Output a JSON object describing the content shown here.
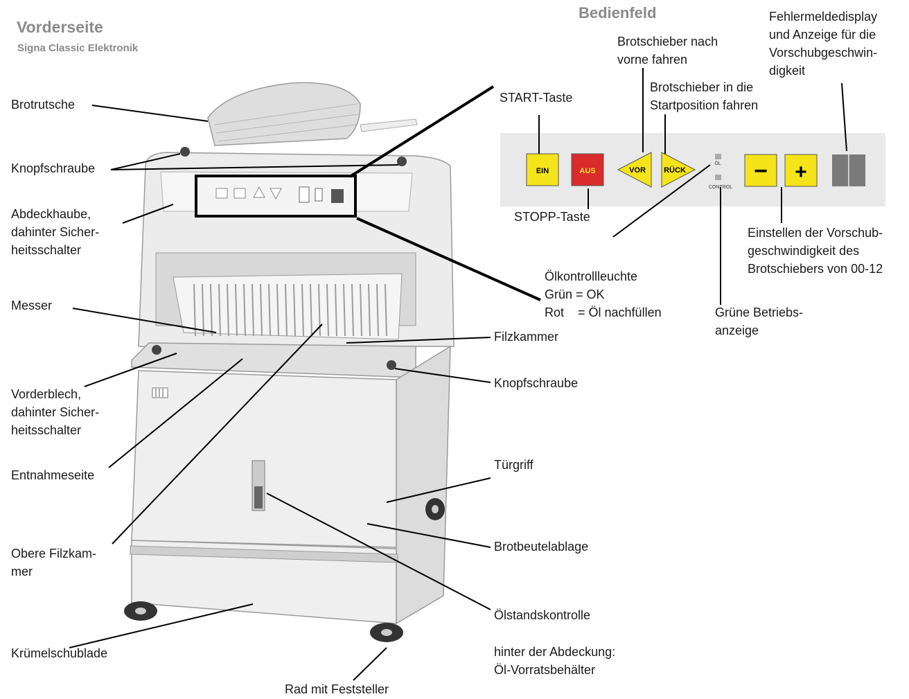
{
  "header": {
    "title": "Vorderseite",
    "subtitle": "Signa Classic Elektronik",
    "panel_title": "Bedienfeld"
  },
  "panel": {
    "btn_ein": "EIN",
    "btn_aus": "AUS",
    "btn_vor": "VOR",
    "btn_rueck": "RÜCK",
    "led_oil": "ÖL",
    "led_control": "CONTROL",
    "btn_minus": "−",
    "btn_plus": "+"
  },
  "labels": {
    "brotrutsche": "Brotrutsche",
    "knopfschraube_top": "Knopfschraube",
    "abdeckhaube": [
      "Abdeckhaube,",
      "dahinter Sicher-",
      "heitsschalter"
    ],
    "messer": "Messer",
    "vorderblech": [
      "Vorderblech,",
      "dahinter Sicher-",
      "heitsschalter"
    ],
    "entnahmeseite": "Entnahmeseite",
    "obere_filzkammer": [
      "Obere Filzkam-",
      "mer"
    ],
    "kruemelschublade": "Krümelschublade",
    "rad": "Rad mit Feststeller",
    "filzkammer": "Filzkammer",
    "knopfschraube_right": "Knopfschraube",
    "tuergriff": "Türgriff",
    "brotbeutelablage": "Brotbeutelablage",
    "oelstandskontrolle": "Ölstandskontrolle",
    "hinter_abdeckung": [
      "hinter der Abdeckung:",
      "Öl-Vorratsbehälter"
    ],
    "start_taste": "START-Taste",
    "stopp_taste": "STOPP-Taste",
    "vor_fahren": [
      "Brotschieber nach",
      "vorne fahren"
    ],
    "start_position": [
      "Brotschieber in die",
      "Startposition fahren"
    ],
    "fehlermeldedisplay": [
      "Fehlermeldedisplay",
      "und Anzeige für die",
      "Vorschubgeschwin-",
      "digkeit"
    ],
    "oelkontrolle": [
      "Ölkontrollleuchte",
      "Grün = OK",
      "Rot    = Öl nachfüllen"
    ],
    "gruene_anzeige": [
      "Grüne Betriebs-",
      "anzeige"
    ],
    "einstellen": [
      "Einstellen der Vorschub-",
      "geschwindigkeit des",
      "Brotschiebers von 00-12"
    ]
  },
  "colors": {
    "yellow": "#f5e41a",
    "red": "#d92b2b",
    "panel_bg": "#e9e9e9",
    "machine": "#e8e8e8",
    "display": "#7a7a7a"
  }
}
